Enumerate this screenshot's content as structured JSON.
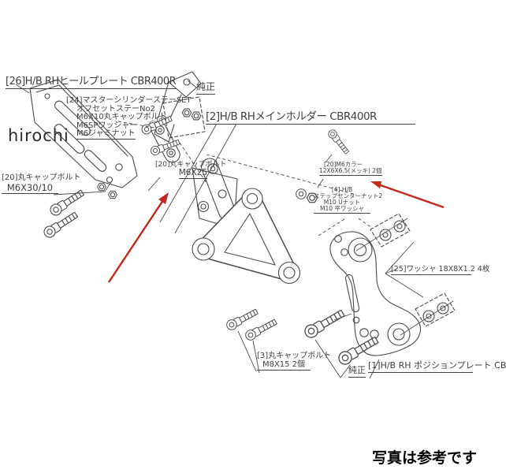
{
  "watermark": "hirochi",
  "note_bottom_right": "写真は参考です",
  "colors": {
    "background": "#ffffff",
    "line": "#4a4a4a",
    "text": "#3f3f3f",
    "arrow_red": "#c2281c"
  },
  "labels": {
    "heel_plate_title": "[26]H/B RHヒールプレート CBR400R",
    "master_stay_set": {
      "lines": [
        "[24]マスターシリンダーステーSET",
        "オフセットステーNo2",
        "M6X10丸キャップボルト",
        "M6SPワッシャー",
        "M6ジャミナット"
      ]
    },
    "genuine_top": "純正",
    "main_holder_title": "[2]H/B RHメインホルダー CBR400R",
    "cap_bolt_left": {
      "lines": [
        "[20]丸キャップボルト",
        "M6X30/10"
      ]
    },
    "cap_bolt_center": {
      "lines": [
        "[20]丸キャップボルト",
        "M6X25"
      ]
    },
    "m6_collar": {
      "lines": [
        "[20]M6カラー",
        "12X6X6.5(メッキ) 2個"
      ]
    },
    "step_center_nut": {
      "lines": [
        "[4] H/B",
        "ステップセンターナット2",
        "M10 Uナット",
        "M10 平ワッシャ"
      ]
    },
    "washer_18x8": "[25]ワッシャ 18X8X1.2  4枚",
    "cap_bolt_bottom": {
      "lines": [
        "[3]丸キャップボルト",
        "M8X15 2個"
      ]
    },
    "genuine_bottom": "純正",
    "position_plate_title": "[1]H/B RH ポジションプレート CB"
  }
}
